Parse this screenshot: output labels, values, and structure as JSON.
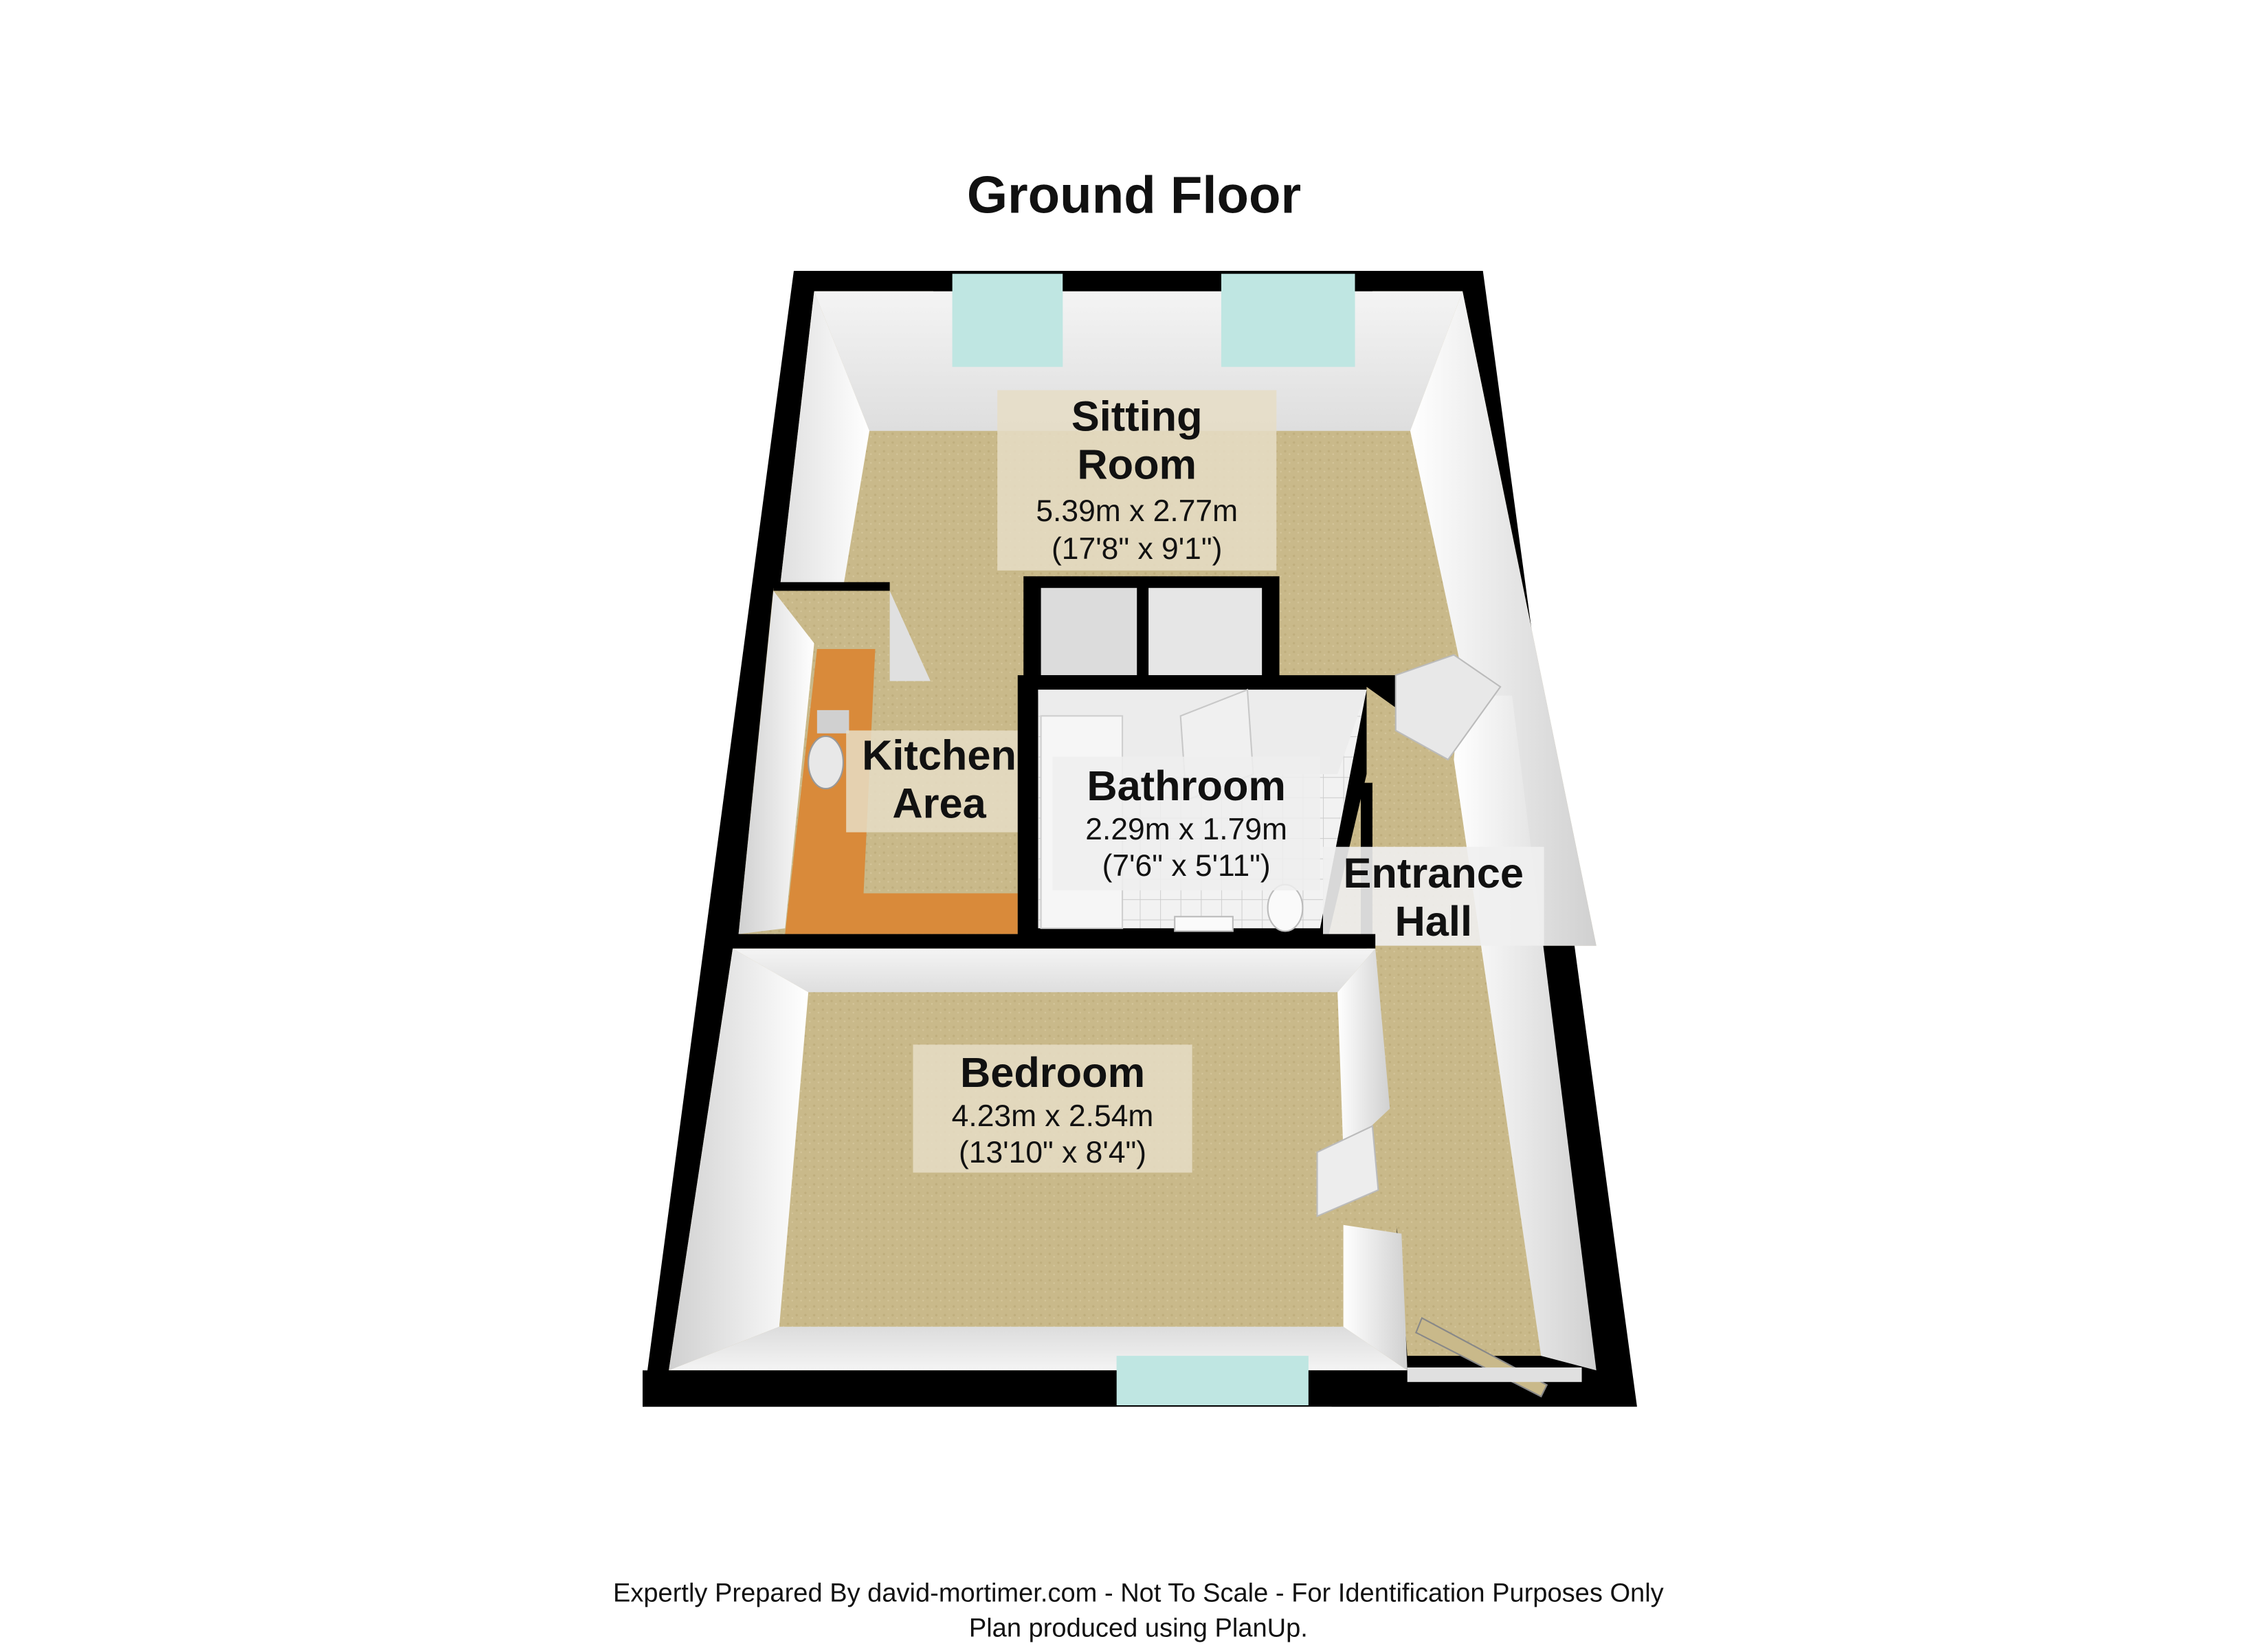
{
  "title": "Ground Floor",
  "rooms": {
    "sitting_room": {
      "name_line1": "Sitting",
      "name_line2": "Room",
      "dims_metric": "5.39m x 2.77m",
      "dims_imperial": "(17'8\" x 9'1\")"
    },
    "kitchen_area": {
      "name_line1": "Kitchen",
      "name_line2": "Area"
    },
    "bathroom": {
      "name": "Bathroom",
      "dims_metric": "2.29m x 1.79m",
      "dims_imperial": "(7'6\" x 5'11\")"
    },
    "entrance_hall": {
      "name_line1": "Entrance",
      "name_line2": "Hall"
    },
    "bedroom": {
      "name": "Bedroom",
      "dims_metric": "4.23m x 2.54m",
      "dims_imperial": "(13'10\" x 8'4\")"
    }
  },
  "footer": {
    "line1": "Expertly Prepared By david-mortimer.com - Not To Scale - For Identification Purposes Only",
    "line2": "Plan produced using PlanUp."
  },
  "colors": {
    "wall": "#000000",
    "floor": "#c9b98a",
    "inner_wall": "#e8e8e8",
    "worktop": "#d98a3a",
    "window": "#bfe6e2",
    "label_bg": "#e6ddc6"
  }
}
